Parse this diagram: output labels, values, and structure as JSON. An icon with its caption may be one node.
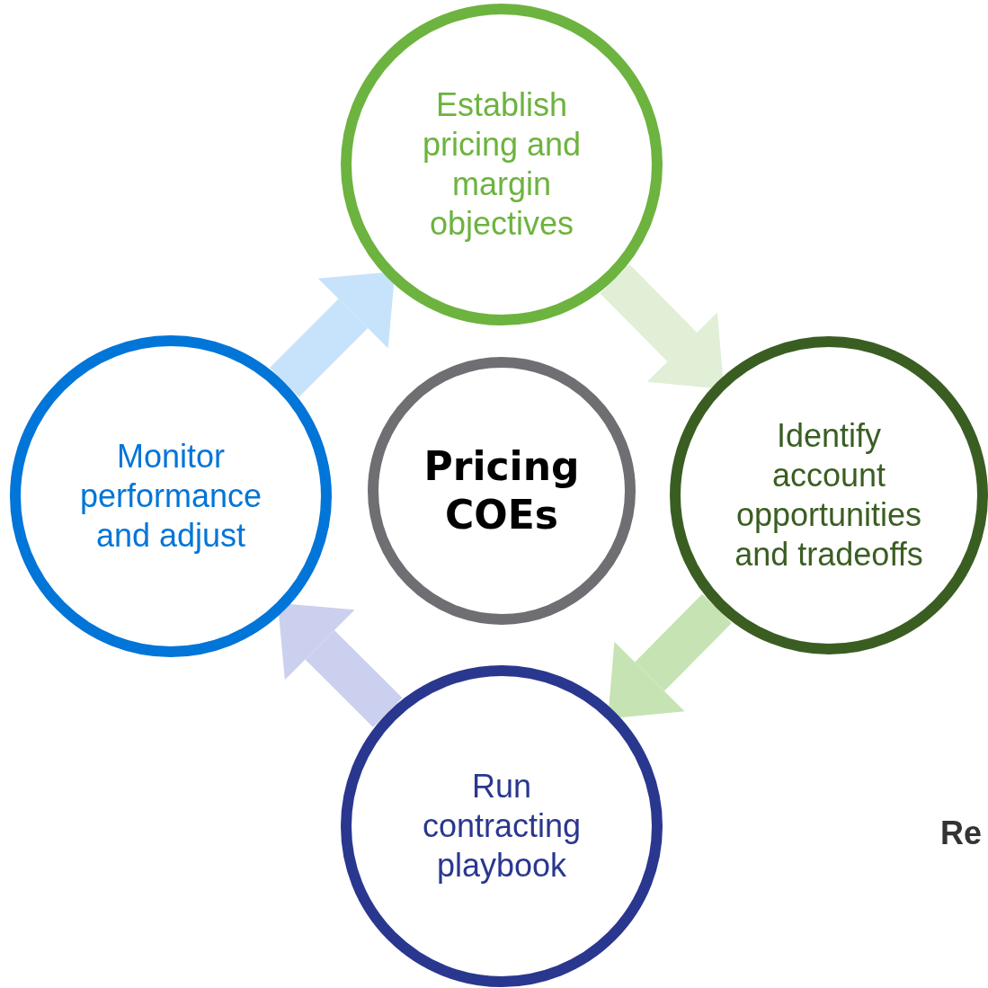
{
  "diagram": {
    "nodes": [
      {
        "text": [
          "Establish pricing and margin objectives"
        ]
      },
      {
        "text": [
          "Monitor performance and adjust"
        ]
      },
      {
        "text": [
          "Pricing COEs"
        ]
      },
      {
        "text": [
          "Identify account opportunities and tradeoffs"
        ]
      },
      {
        "text": [
          "Run contracting playbook"
        ]
      }
    ],
    "edges": [
      {
        "from": 0,
        "to": 3,
        "arrow": "to",
        "color": "#e0efd6"
      },
      {
        "from": 3,
        "to": 4,
        "arrow": "to",
        "color": "#c6e3b4"
      },
      {
        "from": 4,
        "to": 1,
        "arrow": "to",
        "color": "#cbd0ef"
      },
      {
        "from": 1,
        "to": 0,
        "arrow": "to",
        "color": "#c6e3fb"
      }
    ],
    "labels": [
      "Re"
    ]
  }
}
